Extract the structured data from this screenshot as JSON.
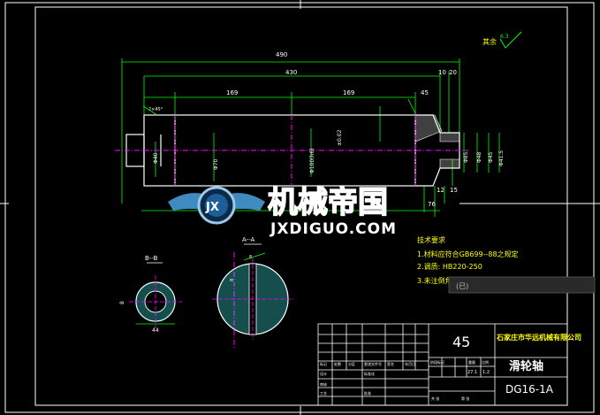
{
  "drawing": {
    "roughness_label": "其余",
    "roughness_value": "6.3",
    "dimensions": {
      "overall_length": "490",
      "main_length": "430",
      "end_length_a": "10",
      "end_length_b": "20",
      "segment_a": "169",
      "segment_b": "169",
      "segment_c": "45",
      "dim_12": "12",
      "dim_15": "15",
      "dim_76": "76",
      "chamfer": "2×45°",
      "dia_left": "Φ40",
      "dia_mid": "Φ70",
      "dia_shaft": "Φ100(h6)",
      "dia_tol": "±0.02",
      "dia_right_a": "Φ85",
      "dia_right_b": "Φ48",
      "dia_right_c": "Φ45",
      "dia_right_d": "Φ41.5"
    },
    "section_b_label": "B--B",
    "section_a_label": "A--A",
    "section_b_dim_w": "44",
    "section_b_dim_h": "8",
    "section_a_dim": "8",
    "section_a_dim2": "8"
  },
  "watermark": {
    "logo_letters": "JX",
    "brand_cn": "机械帝国",
    "brand_url": "JXDIGUO.COM"
  },
  "tech": {
    "title": "技术要求",
    "items": [
      "1.材料应符合GB699--88之规定",
      "2.调质: HB220-250",
      "3.未注倒角为1X45°"
    ],
    "tooltip": "(已)"
  },
  "title_block": {
    "scale_number": "45",
    "company": "石家庄市华远机械有限公司",
    "part_name": "滑轮轴",
    "drawing_no": "DG16-1A",
    "cells": {
      "label_1": "标记",
      "label_2": "处数",
      "label_3": "分区",
      "label_4": "更改文件号",
      "label_5": "签名",
      "label_6": "年月日",
      "label_7": "设计",
      "label_8": "标准化",
      "label_9": "审核",
      "label_10": "工艺",
      "label_11": "批准",
      "label_12": "阶段标记",
      "label_13": "重量",
      "label_14": "比例",
      "weight": "27.1",
      "scale": "1:2",
      "label_15": "共 张",
      "label_16": "第 张"
    }
  },
  "colors": {
    "frame": "#ffffff",
    "dimension": "#00ff00",
    "center": "#ff00ff",
    "hatch": "#3fdcdc",
    "yellow": "#ffff00",
    "watermark_blue": "#4aa3e0"
  }
}
